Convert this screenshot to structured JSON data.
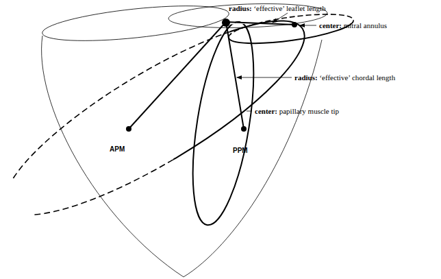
{
  "diagram": {
    "labels": [
      "radius:",
      "‘effective’ leaflet length",
      "center:",
      "mitral annulus",
      "radius:",
      "‘effective’ chordal length",
      "center:",
      "papillary muscle tip",
      "APM",
      "PPM"
    ]
  }
}
